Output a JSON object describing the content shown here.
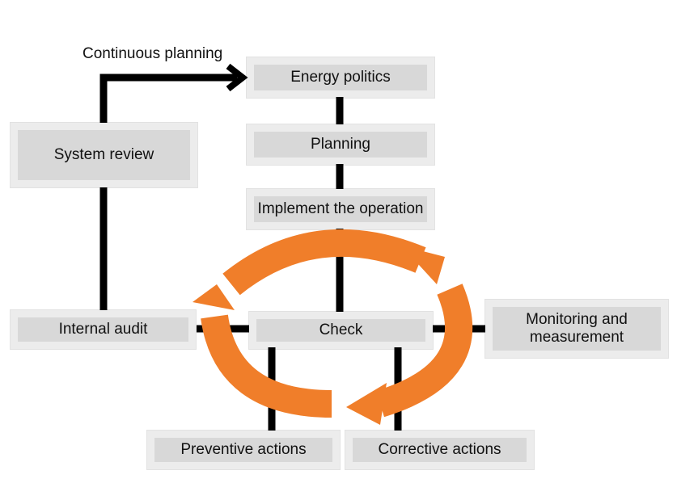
{
  "diagram": {
    "title": "",
    "continuous_planning": "Continuous planning",
    "nodes": {
      "energy_politics": "Energy politics",
      "planning": "Planning",
      "implement": "Implement the operation",
      "check": "Check",
      "system_review": "System review",
      "internal_audit": "Internal audit",
      "monitoring_line1": "Monitoring and",
      "monitoring_line2": "measurement",
      "preventive": "Preventive actions",
      "corrective": "Corrective actions"
    },
    "colors": {
      "cycle_arrow": "#f07e2a",
      "connector": "#000000",
      "box_outer": "#ececec",
      "box_inner": "#d8d8d8"
    }
  }
}
